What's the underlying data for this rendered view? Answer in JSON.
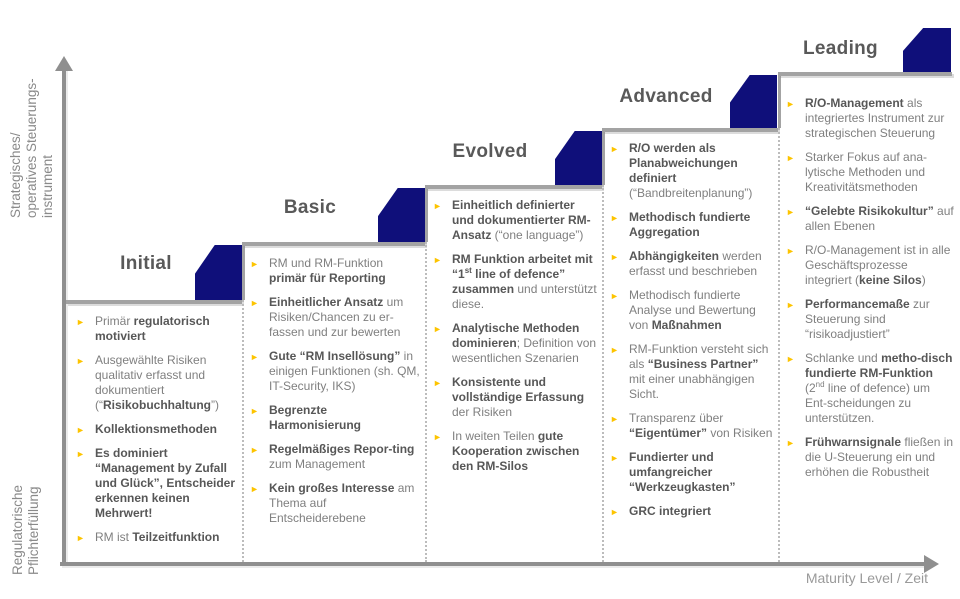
{
  "axes": {
    "y_label_top": "Strategisches/\noperatives Steuerungs-\ninstrument",
    "y_label_bottom": "Regulatorische\nPflichterfüllung",
    "x_label": "Maturity Level / Zeit"
  },
  "colors": {
    "step_shape_blue": "#0f0f7a",
    "line_gray": "#a3a3a3",
    "bullet_yellow": "#fdc400",
    "text_normal": "#7f7f7f",
    "text_bold": "#575757"
  },
  "icons": {
    "bullet_marker": "triangle-right"
  },
  "stages": [
    {
      "title": "Initial",
      "bullets": [
        "Primär **regulatorisch motiviert**",
        "Ausgewählte Risiken qualitativ erfasst und dokumentiert (“**Risikobuchhaltung**”)",
        "**Kollektionsmethoden**",
        "**Es dominiert “Management by Zufall und Glück”, Entscheider erkennen keinen Mehrwert!**",
        "RM ist **Teilzeitfunktion**"
      ]
    },
    {
      "title": "Basic",
      "bullets": [
        "RM und RM-Funktion **primär für Reporting**",
        "**Einheitlicher Ansatz** um Risiken/Chancen zu er-fassen und zur bewerten",
        "**Gute “RM Insellösung”** in einigen Funktionen (sh. QM, IT-Security, IKS)",
        "**Begrenzte Harmonisierung**",
        "**Regelmäßiges Repor-ting** zum Management",
        "**Kein großes Interesse** am Thema auf Entscheiderebene"
      ]
    },
    {
      "title": "Evolved",
      "bullets": [
        "**Einheitlich definierter und dokumentierter RM-Ansatz** (“one language”)",
        "**RM Funktion arbeitet mit “1^st^ line of defence” zusammen** und unterstützt diese.",
        "**Analytische Methoden dominieren**; Definition von wesentlichen Szenarien",
        "**Konsistente und vollständige Erfassung** der Risiken",
        "In weiten Teilen **gute Kooperation zwischen den RM-Silos**"
      ]
    },
    {
      "title": "Advanced",
      "bullets": [
        "**R/O werden als Planabweichungen definiert** (“Bandbreitenplanung”)",
        "**Methodisch fundierte Aggregation**",
        "**Abhängigkeiten** werden erfasst und beschrieben",
        "Methodisch fundierte Analyse und Bewertung von **Maßnahmen**",
        "RM-Funktion versteht sich als **“Business Partner”** mit einer unabhängigen Sicht.",
        "Transparenz über **“Eigentümer”** von Risiken",
        "**Fundierter und umfangreicher “Werkzeugkasten”**",
        "**GRC integriert**"
      ]
    },
    {
      "title": "Leading",
      "bullets": [
        "**R/O-Management** als integriertes Instrument zur strategischen Steuerung",
        "Starker Fokus auf ana-lytische Methoden und Kreativitätsmethoden",
        "**“Gelebte Risikokultur”** auf allen Ebenen",
        "R/O-Management ist in alle Geschäftsprozesse integriert (**keine Silos**)",
        "**Performancemaße** zur Steuerung sind “risikoadjustiert”",
        "Schlanke und **metho-disch fundierte RM-Funktion** (2^nd^ line of defence) um Ent-scheidungen zu unterstützen.",
        "**Frühwarnsignale** fließen in die U-Steuerung ein und erhöhen die Robustheit"
      ]
    }
  ]
}
